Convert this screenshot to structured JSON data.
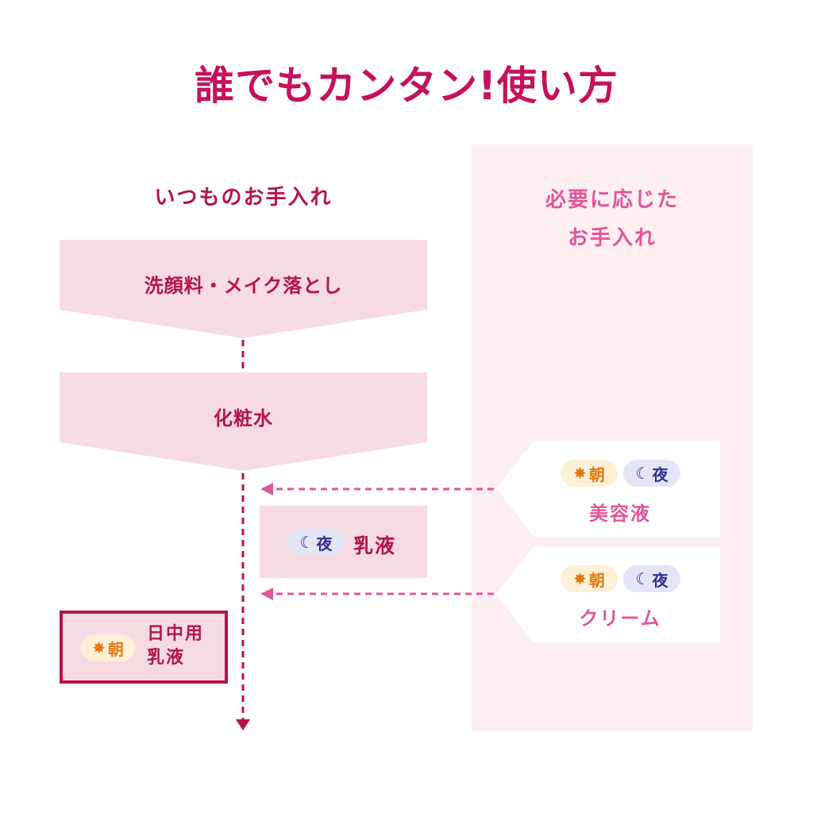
{
  "title": "誰でもカンタン!使い方",
  "columns": {
    "routine": "いつものお手入れ",
    "optional_line1": "必要に応じた",
    "optional_line2": "お手入れ"
  },
  "steps": {
    "cleansing": "洗顔料・メイク落とし",
    "toner": "化粧水",
    "milk": "乳液",
    "day_milk_line1": "日中用",
    "day_milk_line2": "乳液"
  },
  "optional": {
    "serum": "美容液",
    "cream": "クリーム"
  },
  "badges": {
    "morning": "朝",
    "night": "夜",
    "morning_icon": "sun-icon",
    "night_icon": "moon-icon"
  },
  "colors": {
    "title": "#c5115c",
    "step_fill": "#f7dbe3",
    "panel_fill": "#fdeef2",
    "arrow": "#e0569a",
    "morning_badge": "#fdf0d6",
    "night_badge": "#e3e5f7"
  }
}
